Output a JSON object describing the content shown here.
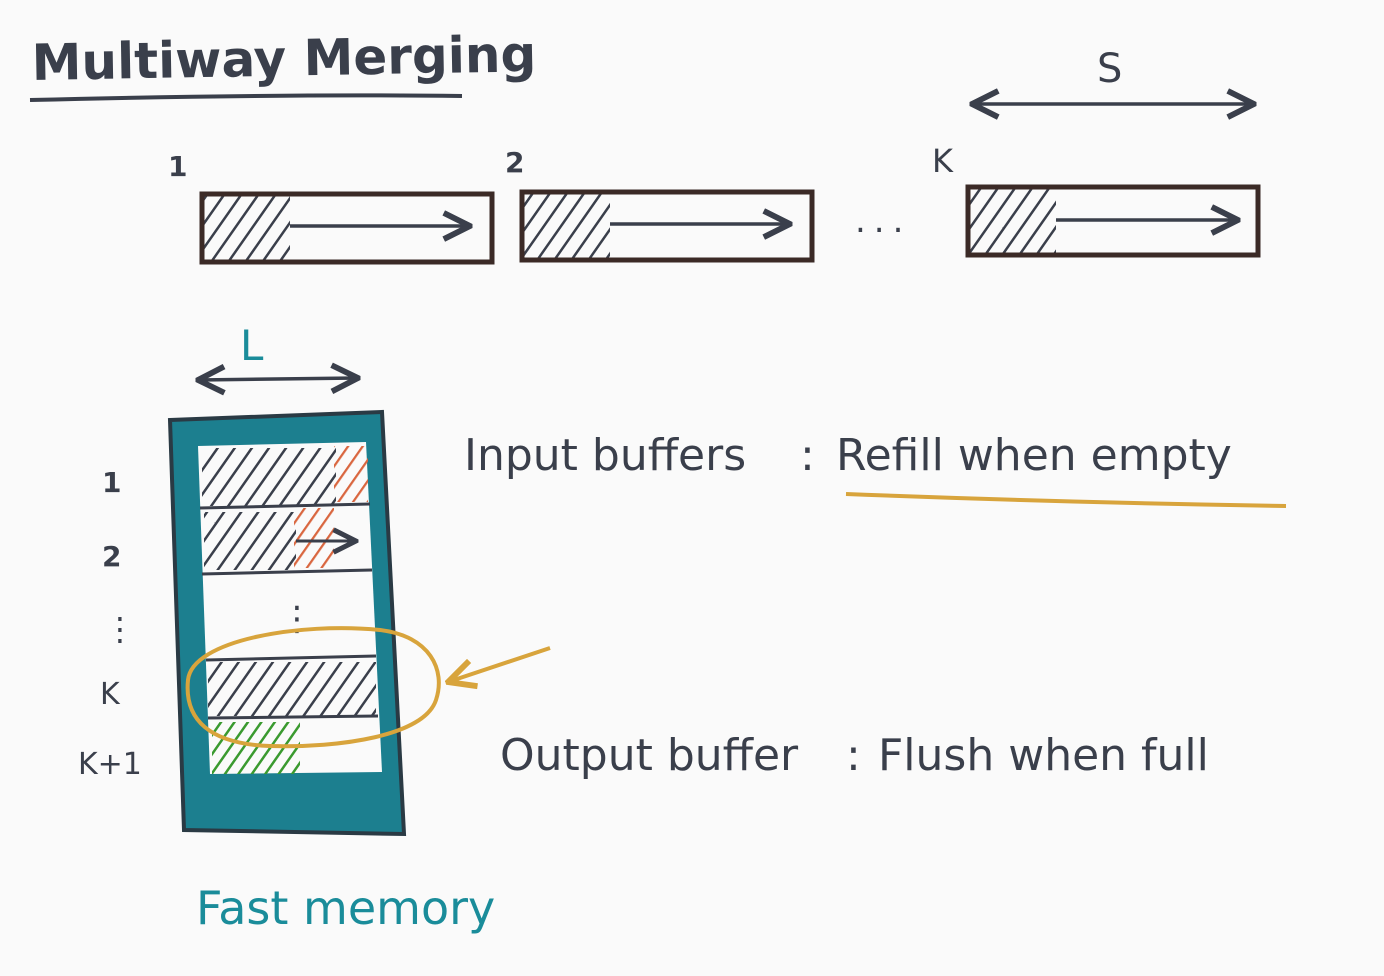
{
  "title": "Multiway Merging",
  "runs": {
    "labels": [
      "1",
      "2",
      "K"
    ],
    "ellipsis": "...",
    "size_label": "S"
  },
  "buffer_width_label": "L",
  "memory": {
    "row_labels": [
      "1",
      "2",
      "⋮",
      "K",
      "K+1"
    ],
    "caption": "Fast memory"
  },
  "annotations": {
    "input": {
      "label": "Input buffers",
      "sep": ":",
      "rule": "Refill when empty"
    },
    "output": {
      "label": "Output buffer",
      "sep": ":",
      "rule": "Flush when full"
    }
  },
  "colors": {
    "ink": "#3a3f4b",
    "box": "#3b2a26",
    "teal": "#1c7f8f",
    "teal_text": "#1a8c9a",
    "orange": "#d9663f",
    "green": "#3a9a2f",
    "gold": "#d8a43c",
    "paper": "#fafafa"
  }
}
